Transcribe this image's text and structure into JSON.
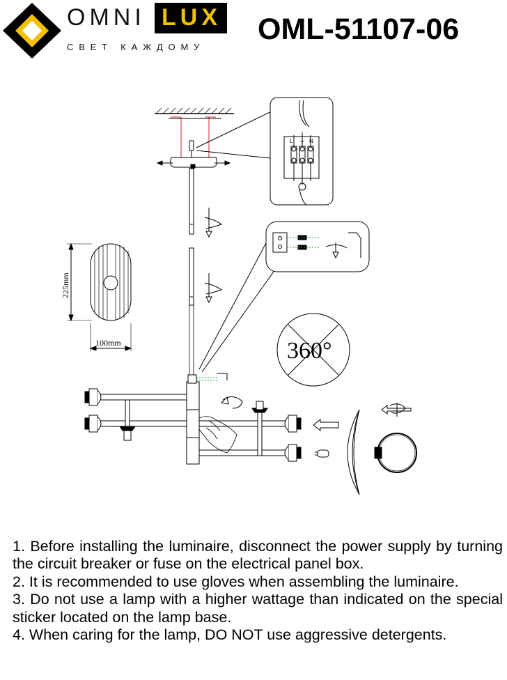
{
  "brand": {
    "name_part1": "OMNI",
    "name_part2": "LUX",
    "tagline": "СВЕТ КАЖДОМУ"
  },
  "model": "OML-51107-06",
  "diagram": {
    "height_dim": "225mm",
    "width_dim": "100mm",
    "rotation_label": "360°",
    "terminal_labels": [
      "L",
      "⏚",
      "N"
    ]
  },
  "instructions": [
    "1. Before installing the luminaire, disconnect the power supply by turning the circuit breaker or fuse on the electrical panel box.",
    "2. It is recommended to use gloves when assembling the luminaire.",
    "3. Do not use a lamp with a higher wattage than indicated on the special sticker located on the lamp base.",
    "4. When caring for the lamp, DO NOT use aggressive detergents."
  ],
  "colors": {
    "logo_yellow": "#f2c100",
    "guide_red": "#d0202a",
    "guide_green": "#20a040"
  }
}
